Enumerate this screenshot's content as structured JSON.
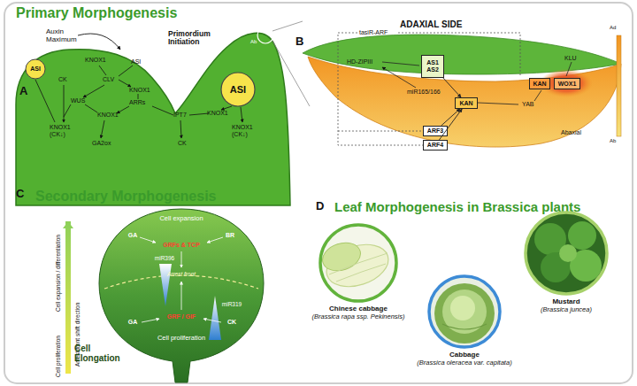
{
  "diagram": {
    "nodes": [
      {
        "text": [
          "ASI"
        ]
      },
      {
        "text": [
          "ASI"
        ]
      },
      {
        "text": [
          "AS1 AS2"
        ]
      },
      {
        "text": [
          "KAN"
        ]
      },
      {
        "text": [
          "WOX1"
        ]
      },
      {
        "text": [
          "KAN"
        ]
      },
      {
        "text": [
          "ARF3"
        ]
      },
      {
        "text": [
          "ARF4"
        ]
      },
      {
        "text": [
          "Chinese cabbage",
          "(Brassica rapa ssp. Pekinensis)"
        ]
      },
      {
        "text": [
          "Mustard",
          "(Brassica juncea)"
        ]
      },
      {
        "text": [
          "Cabbage",
          "(Brassica oleracea var. capitata)"
        ]
      }
    ],
    "edges": [
      {
        "from": 2,
        "to": 5,
        "arrow": "to"
      },
      {
        "from": 6,
        "to": 5,
        "arrow": "to"
      },
      {
        "from": 7,
        "to": 5,
        "arrow": "to"
      }
    ],
    "labels": [
      "Primary Morphogenesis",
      "A",
      "Auxin Maximum",
      "Primordium Initiation",
      "KNOX1",
      "ASI",
      "CK",
      "CLV",
      "KNOX1",
      "WUS",
      "ARRs",
      "KNOX1",
      "KNOX1 (CK↓)",
      "GA2ox",
      "IPT7",
      "CK",
      "KNOX1",
      "KNOX1 (CK↓)",
      "Ab",
      "Ad",
      "B",
      "ADAXIAL SIDE",
      "tasiR-ARF",
      "HD-ZIPIII",
      "KLU",
      "YAB",
      "miR165/166",
      "Abaxial",
      "Ad",
      "Ab",
      "C",
      "Secondary Morphogenesis",
      "Cell expansion / differentiation",
      "Arrest front shift direction",
      "Cell proliferation",
      "Cell expansion",
      "GA",
      "BR",
      "GRFs & TCP",
      "miR396",
      "Arrest front",
      "miR319",
      "GRF / GIF",
      "GA",
      "CK",
      "Cell proliferation",
      "Cell Elongation",
      "D",
      "Leaf Morphogenesis in Brassica plants"
    ]
  }
}
